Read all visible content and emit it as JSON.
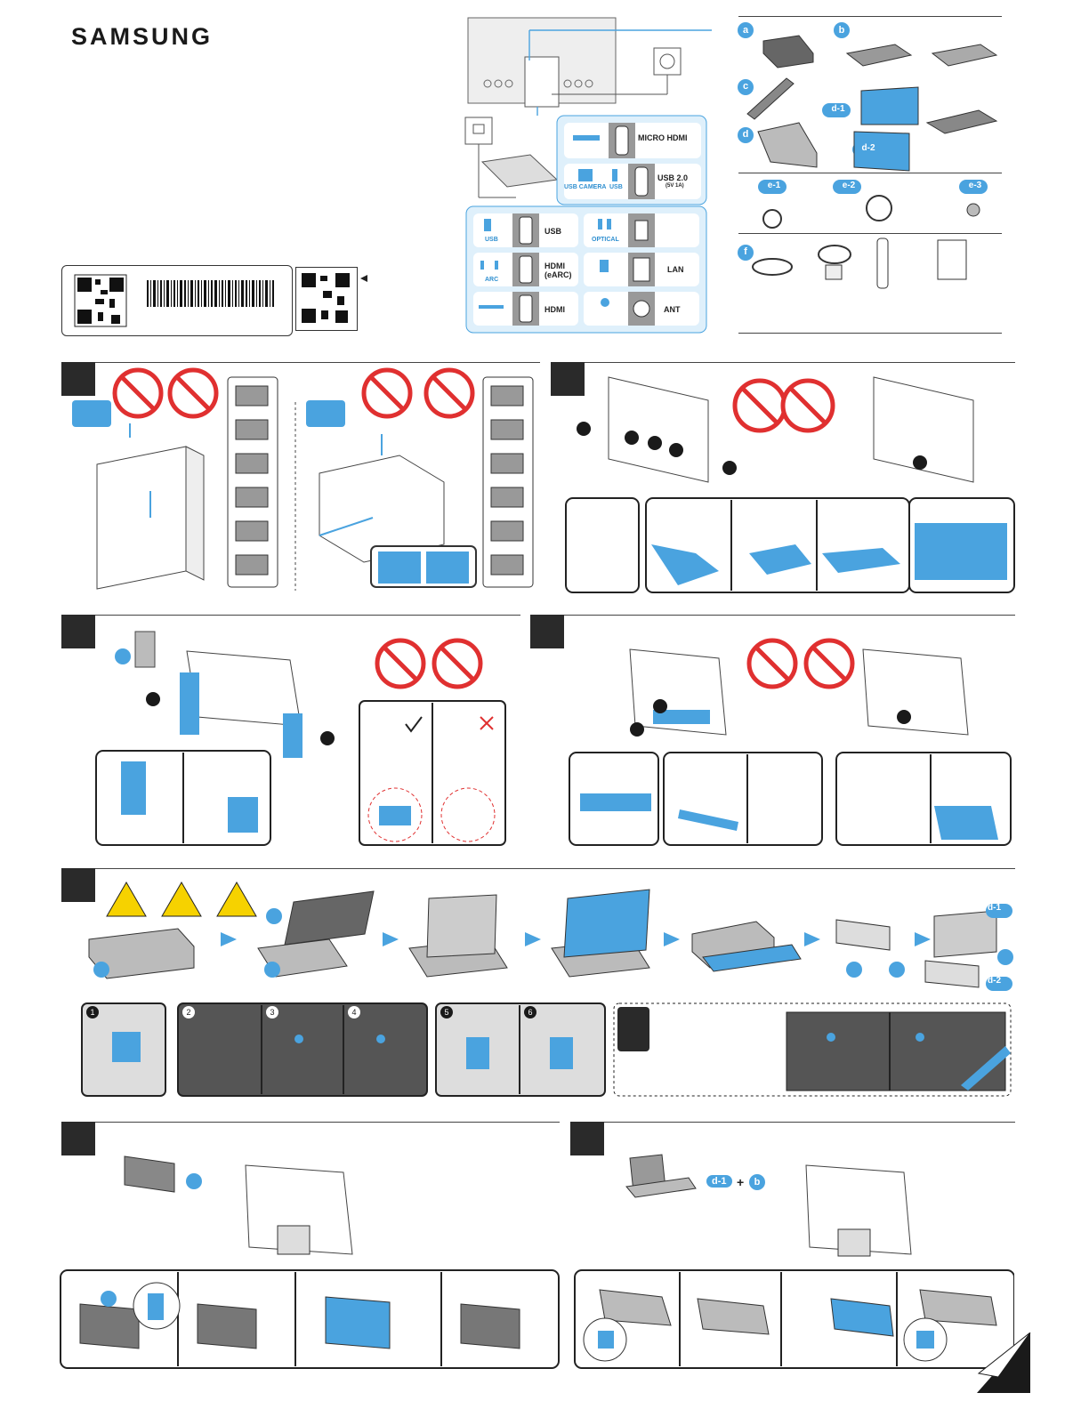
{
  "brand": "SAMSUNG",
  "ports": {
    "micro_hdmi": "MICRO HDMI",
    "usb_camera": "USB CAMERA",
    "usb_small": "USB",
    "usb20": "USB 2.0",
    "usb20_sub": "(5V 1A)",
    "usb": "USB",
    "usb_label": "USB",
    "optical": "OPTICAL",
    "arc": "ARC",
    "hdmi_earc": "HDMI",
    "hdmi_earc_sub": "(eARC)",
    "lan": "LAN",
    "hdmi": "HDMI",
    "ant": "ANT"
  },
  "components": {
    "a": "a",
    "b": "b",
    "c": "c",
    "d": "d",
    "d1": "d-1",
    "d2": "d-2",
    "e1": "e-1",
    "e2": "e-2",
    "e3": "e-3",
    "f": "f"
  },
  "steps": {
    "n1": "1",
    "n2": "2",
    "n3": "3",
    "n4": "4",
    "n5": "5",
    "n6": "6"
  },
  "combo": {
    "d1_plus_b_a": "d-1",
    "plus": "+",
    "d1_plus_b_b": "b"
  },
  "colors": {
    "accent": "#4aa3df",
    "dark": "#2a2a2a",
    "warning": "#e03030"
  }
}
